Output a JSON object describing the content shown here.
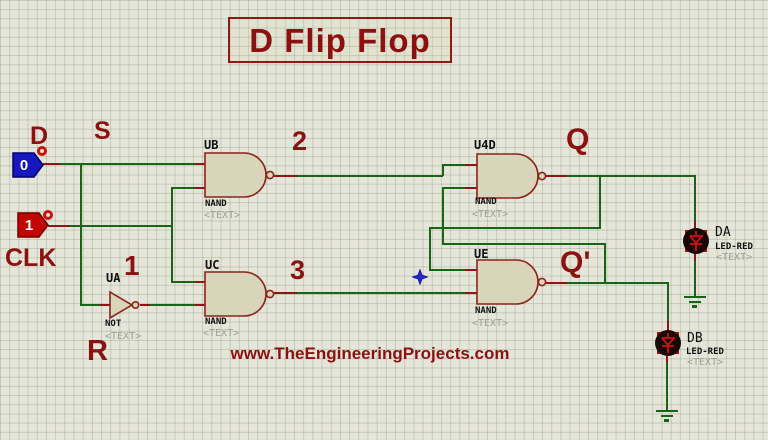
{
  "schematic": {
    "title": "D Flip Flop",
    "watermark": "www.TheEngineeringProjects.com"
  },
  "pins": {
    "d": {
      "label": "D",
      "value": "0"
    },
    "clk": {
      "label": "CLK",
      "value": "1"
    }
  },
  "nets": {
    "s": "S",
    "r": "R",
    "n1": "1",
    "n2": "2",
    "n3": "3",
    "q": "Q",
    "qn": "Q'"
  },
  "gates": {
    "ub": {
      "ref": "UB",
      "type": "NAND",
      "text": "<TEXT>"
    },
    "uc": {
      "ref": "UC",
      "type": "NAND",
      "text": "<TEXT>"
    },
    "u4d": {
      "ref": "U4D",
      "type": "NAND",
      "text": "<TEXT>"
    },
    "ue": {
      "ref": "UE",
      "type": "NAND",
      "text": "<TEXT>"
    },
    "ua": {
      "ref": "UA",
      "type": "NOT",
      "text": "<TEXT>"
    }
  },
  "leds": {
    "da": {
      "ref": "DA",
      "part": "LED-RED",
      "text": "<TEXT>"
    },
    "db": {
      "ref": "DB",
      "part": "LED-RED",
      "text": "<TEXT>"
    }
  },
  "colors": {
    "wire_green": "#176617",
    "wire_red": "#8f1414",
    "accent_red": "#8c1010",
    "gate_fill": "#d9d5bb",
    "gate_outline": "#8b241a",
    "pin_blue": "#1717c0",
    "pin_red": "#c40404"
  }
}
